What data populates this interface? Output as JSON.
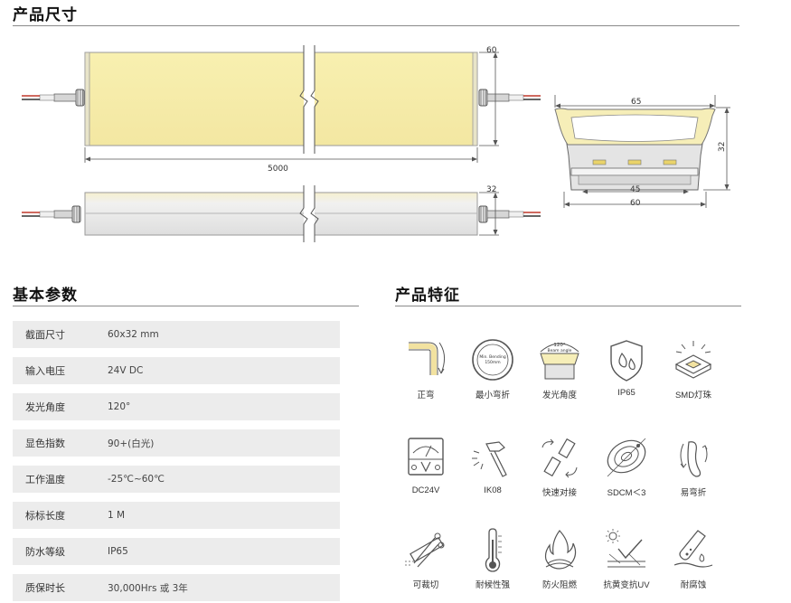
{
  "product_size": {
    "title": "产品尺寸",
    "top_view": {
      "height_label": "60",
      "length_label": "5000"
    },
    "side_view": {
      "height_label": "32"
    },
    "cross_section": {
      "top_width": "65",
      "inner_width": "45",
      "bottom_width": "60",
      "height": "32"
    }
  },
  "basic_params": {
    "title": "基本参数",
    "rows": [
      {
        "label": "截面尺寸",
        "value": "60x32 mm"
      },
      {
        "label": "输入电压",
        "value": "24V DC"
      },
      {
        "label": "发光角度",
        "value": "120°"
      },
      {
        "label": "显色指数",
        "value": "90+(白光)"
      },
      {
        "label": "工作温度",
        "value": "-25℃~60℃"
      },
      {
        "label": "标标长度",
        "value": "1 M"
      },
      {
        "label": "防水等级",
        "value": "IP65"
      },
      {
        "label": "质保时长",
        "value": "30,000Hrs 或 3年"
      }
    ]
  },
  "features": {
    "title": "产品特征",
    "items": [
      {
        "label": "正弯",
        "icon": "front-bend-icon"
      },
      {
        "label": "最小弯折",
        "icon": "min-bend-icon"
      },
      {
        "label": "发光角度",
        "icon": "beam-angle-icon"
      },
      {
        "label": "IP65",
        "icon": "waterproof-shield-icon"
      },
      {
        "label": "SMD灯珠",
        "icon": "smd-led-icon"
      },
      {
        "label": "DC24V",
        "icon": "voltmeter-icon"
      },
      {
        "label": "IK08",
        "icon": "hammer-icon"
      },
      {
        "label": "快速对接",
        "icon": "quick-connect-icon"
      },
      {
        "label": "SDCM＜3",
        "icon": "color-consistency-icon"
      },
      {
        "label": "易弯折",
        "icon": "easy-bend-icon"
      },
      {
        "label": "可裁切",
        "icon": "cuttable-icon"
      },
      {
        "label": "耐候性强",
        "icon": "thermometer-icon"
      },
      {
        "label": "防火阻燃",
        "icon": "fire-retardant-icon"
      },
      {
        "label": "抗黄变抗UV",
        "icon": "uv-resistant-icon"
      },
      {
        "label": "耐腐蚀",
        "icon": "corrosion-resistant-icon"
      }
    ],
    "min_bend_text": [
      "Min. Bending",
      "150mm"
    ],
    "beam_angle_text": [
      "120°",
      "Beam angle"
    ]
  }
}
